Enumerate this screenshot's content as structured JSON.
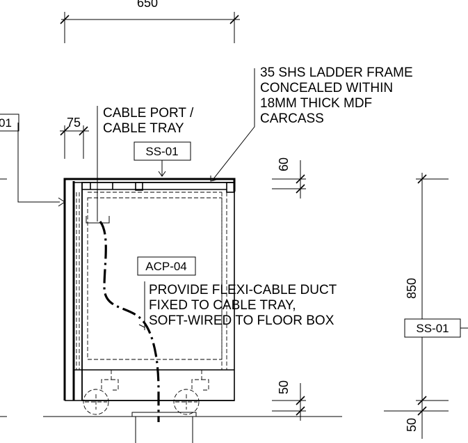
{
  "dimensions": {
    "top_width": "650",
    "side_offset": "75",
    "top_thickness": "60",
    "height": "850",
    "plinth": "50",
    "base": "50"
  },
  "tags": {
    "left_partial": "01",
    "top_surface": "SS-01",
    "inner_panel": "ACP-04",
    "right_panel": "SS-01"
  },
  "notes": {
    "cable_port": [
      "CABLE PORT /",
      "CABLE TRAY"
    ],
    "frame": [
      "35 SHS LADDER FRAME",
      "CONCEALED WITHIN",
      "18MM THICK MDF",
      "CARCASS"
    ],
    "duct": [
      "PROVIDE FLEXI-CABLE DUCT",
      "FIXED TO CABLE TRAY,",
      "SOFT-WIRED TO FLOOR BOX"
    ]
  }
}
